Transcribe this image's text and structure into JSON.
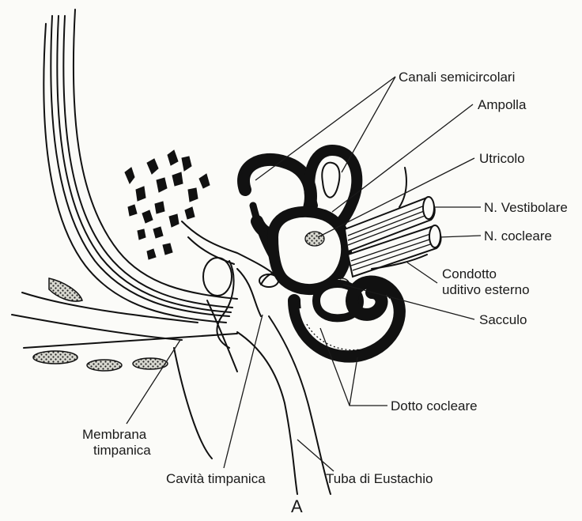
{
  "figure_letter": "A",
  "labels": {
    "canali_semicircolari": "Canali semicircolari",
    "ampolla": "Ampolla",
    "utricolo": "Utricolo",
    "n_vestibolare": "N. Vestibolare",
    "n_cocleare": "N. cocleare",
    "condotto_line1": "Condotto",
    "condotto_line2": "uditivo esterno",
    "sacculo": "Sacculo",
    "dotto_cocleare": "Dotto cocleare",
    "membrana_line1": "Membrana",
    "membrana_line2": "timpanica",
    "cavita_timpanica": "Cavità timpanica",
    "tuba_di_eustachio": "Tuba di Eustachio"
  }
}
